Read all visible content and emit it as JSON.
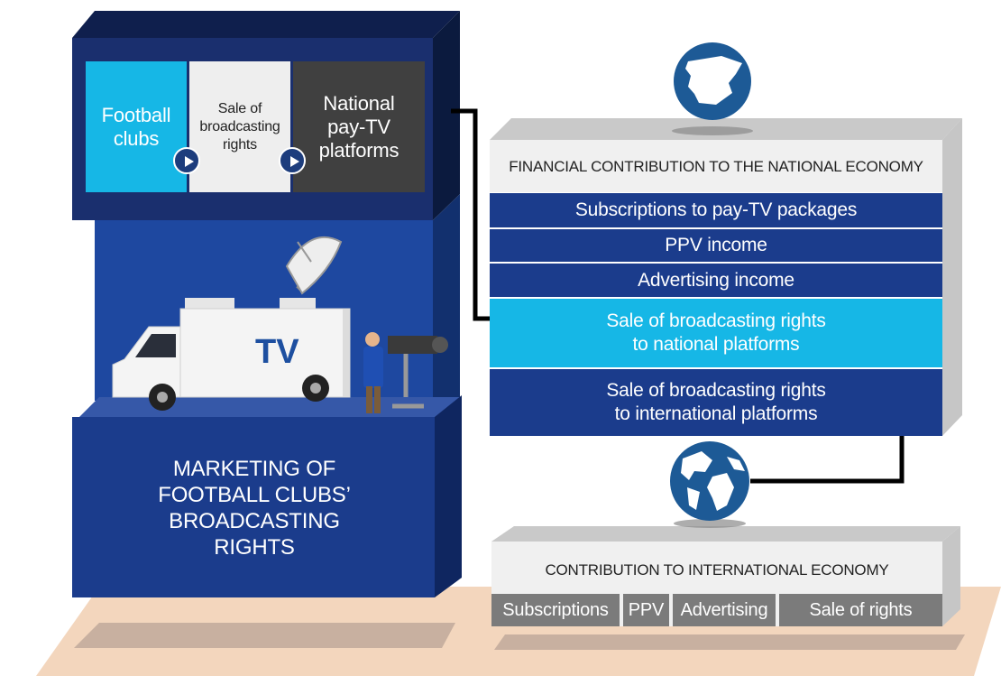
{
  "flow": {
    "clubs": "Football\nclubs",
    "sale": "Sale of\nbroadcasting\nrights",
    "platforms": "National\npay-TV\nplatforms"
  },
  "tv_label": "TV",
  "marketing_label": "MARKETING OF\nFOOTBALL CLUBS’\nBROADCASTING\nRIGHTS",
  "national": {
    "header": "FINANCIAL CONTRIBUTION TO THE NATIONAL ECONOMY",
    "items": [
      "Subscriptions to pay-TV packages",
      "PPV income",
      "Advertising income",
      "Sale of broadcasting rights\nto national platforms",
      "Sale of broadcasting rights\nto international platforms"
    ]
  },
  "international": {
    "header": "CONTRIBUTION TO INTERNATIONAL ECONOMY",
    "items": [
      "Subscriptions",
      "PPV",
      "Advertising",
      "Sale of rights"
    ]
  },
  "colors": {
    "navy": "#1b3c8c",
    "cyan": "#16b7e6",
    "dark_gray": "#404040",
    "light_gray": "#eeeeee",
    "floor": "#f3d6bd"
  },
  "icons": [
    "spain-map-icon",
    "globe-icon",
    "tv-van-illustration",
    "camera-operator-illustration",
    "play-arrow-icon"
  ]
}
